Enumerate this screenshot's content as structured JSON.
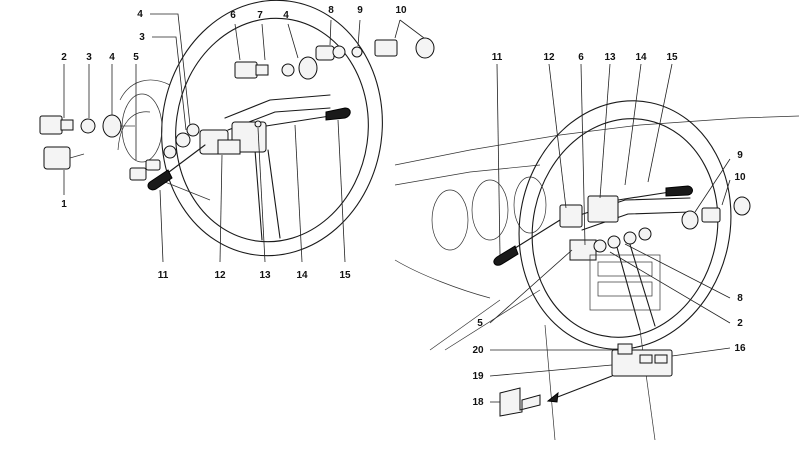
{
  "left_view": {
    "callouts": [
      "1",
      "2",
      "3",
      "4",
      "4",
      "5",
      "6",
      "7",
      "8",
      "9",
      "10",
      "11",
      "12",
      "13",
      "14",
      "15"
    ]
  },
  "right_view": {
    "callouts": [
      "2",
      "5",
      "6",
      "8",
      "9",
      "10",
      "11",
      "12",
      "13",
      "14",
      "15",
      "16",
      "18",
      "19",
      "20"
    ]
  }
}
